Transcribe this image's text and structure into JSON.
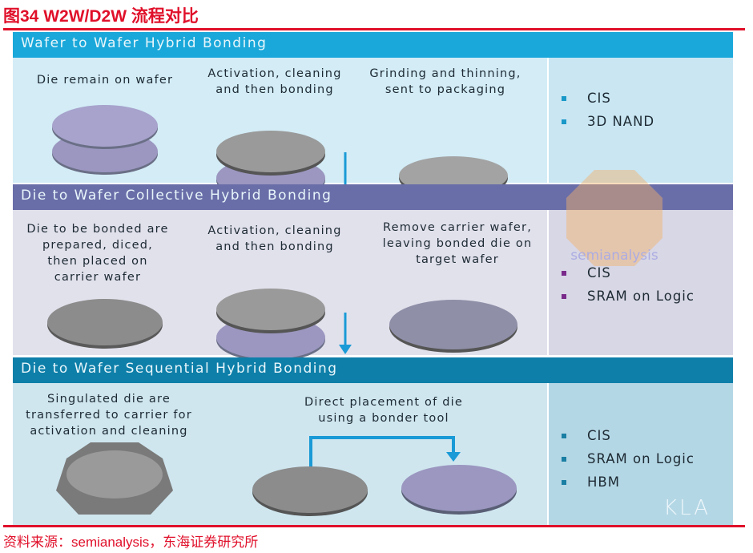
{
  "figure_title": "图34  W2W/D2W 流程对比",
  "source": "资料来源：semianalysis，东海证券研究所",
  "sections": [
    {
      "title": "Wafer to Wafer Hybrid Bonding",
      "captions": [
        "Die remain on wafer",
        "Activation, cleaning\nand then bonding",
        "Grinding and thinning,\nsent to packaging"
      ],
      "applications": [
        "CIS",
        "3D NAND"
      ]
    },
    {
      "title": "Die to Wafer Collective Hybrid Bonding",
      "captions": [
        "Die to be bonded are\nprepared, diced,\nthen placed on\ncarrier wafer",
        "Activation, cleaning\nand then bonding",
        "Remove carrier wafer,\nleaving bonded die on\ntarget wafer"
      ],
      "applications": [
        "CIS",
        "SRAM on Logic"
      ]
    },
    {
      "title": "Die to Wafer Sequential Hybrid Bonding",
      "captions": [
        "Singulated die are\ntransferred to carrier for\nactivation and cleaning",
        "Direct placement of die\nusing a bonder tool"
      ],
      "applications": [
        "CIS",
        "SRAM on Logic",
        "HBM"
      ]
    }
  ],
  "logos": {
    "watermark": "semianalysis",
    "brand": "KLA"
  },
  "colors": {
    "accent": "#e0102a",
    "hdr1": "#1aa8da",
    "hdr2": "#6a6ea8",
    "hdr3": "#0e7fa9"
  }
}
